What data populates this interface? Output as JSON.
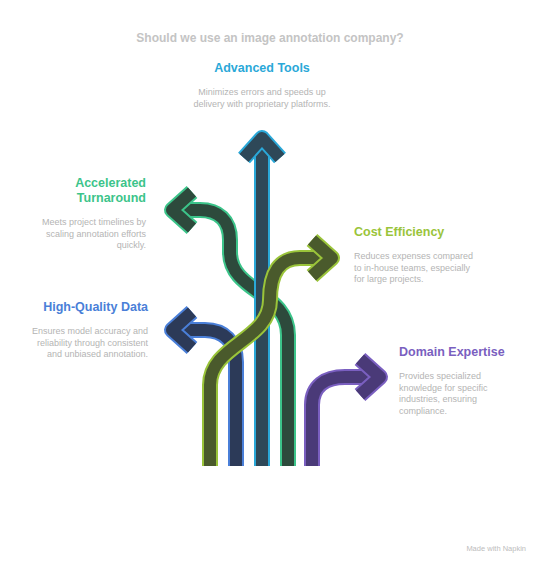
{
  "diagram": {
    "title": "Should we use an image annotation company?",
    "nodes": [
      {
        "text": [
          "Advanced Tools",
          "Minimizes errors and speeds up delivery with proprietary platforms."
        ]
      },
      {
        "text": [
          "Accelerated Turnaround",
          "Meets project timelines by scaling annotation efforts quickly."
        ]
      },
      {
        "text": [
          "Cost Efficiency",
          "Reduces expenses compared to in-house teams, especially for large projects."
        ]
      },
      {
        "text": [
          "High-Quality Data",
          "Ensures model accuracy and reliability through consistent and unbiased annotation."
        ]
      },
      {
        "text": [
          "Domain Expertise",
          "Provides specialized knowledge for specific industries, ensuring compliance."
        ]
      }
    ],
    "labels": [
      "Made with Napkin"
    ]
  }
}
